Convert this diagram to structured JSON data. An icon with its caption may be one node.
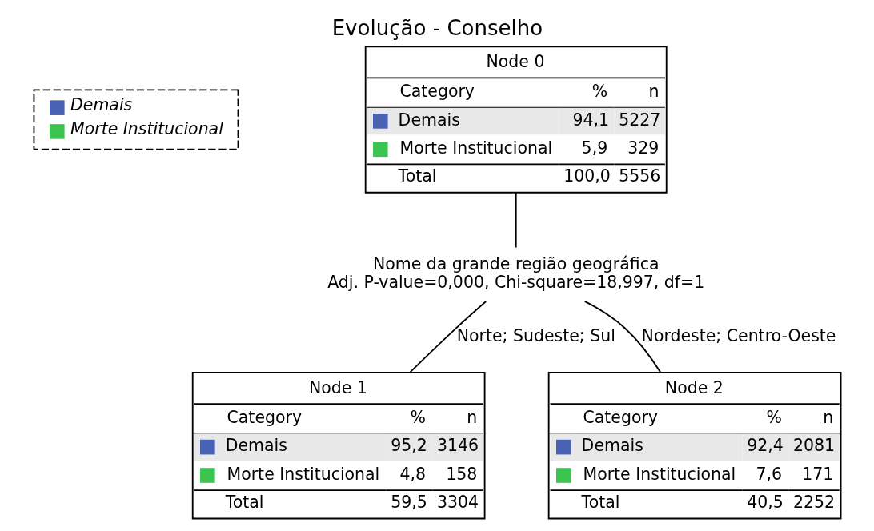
{
  "diagram": {
    "title": "Evolução - Conselho",
    "nodes": [
      {
        "text": [
          "Node 0",
          "Category",
          "%",
          "n",
          "Demais",
          "94,1",
          "5227",
          "Morte Institucional",
          "5,9",
          "329",
          "Total",
          "100,0",
          "5556"
        ]
      },
      {
        "text": [
          "Nome da grande região geográfica",
          "Adj. P-value=0,000, Chi-square=18,997, df=1"
        ]
      },
      {
        "text": [
          "Node 1",
          "Category",
          "%",
          "n",
          "Demais",
          "95,2",
          "3146",
          "Morte Institucional",
          "4,8",
          "158",
          "Total",
          "59,5",
          "3304"
        ]
      },
      {
        "text": [
          "Node 2",
          "Category",
          "%",
          "n",
          "Demais",
          "92,4",
          "2081",
          "Morte Institucional",
          "7,6",
          "171",
          "Total",
          "40,5",
          "2252"
        ]
      }
    ],
    "edges": [
      {
        "from": 0,
        "to": 1,
        "arrow": "none"
      },
      {
        "from": 1,
        "to": 2,
        "arrow": "none",
        "label": "Norte; Sudeste; Sul"
      },
      {
        "from": 1,
        "to": 3,
        "arrow": "none",
        "label": "Nordeste; Centro-Oeste"
      }
    ],
    "legend": [
      {
        "text": "Demais",
        "color": "#4a62b4"
      },
      {
        "text": "Morte Institucional",
        "color": "#3cc450"
      }
    ]
  }
}
